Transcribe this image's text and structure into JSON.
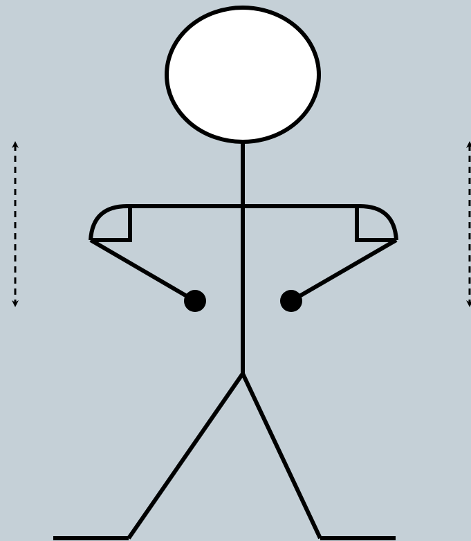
{
  "colors": {
    "background": "#c5d0d7",
    "stroke": "#000000",
    "head_fill": "#ffffff"
  },
  "figure": {
    "parts": [
      "head",
      "body",
      "shoulders",
      "left-arm",
      "right-arm",
      "left-hand",
      "right-hand",
      "left-leg",
      "right-leg",
      "left-foot",
      "right-foot"
    ]
  },
  "indicators": [
    {
      "name": "left-vertical-double-arrow",
      "style": "dashed"
    },
    {
      "name": "right-vertical-double-arrow",
      "style": "dashed"
    }
  ]
}
